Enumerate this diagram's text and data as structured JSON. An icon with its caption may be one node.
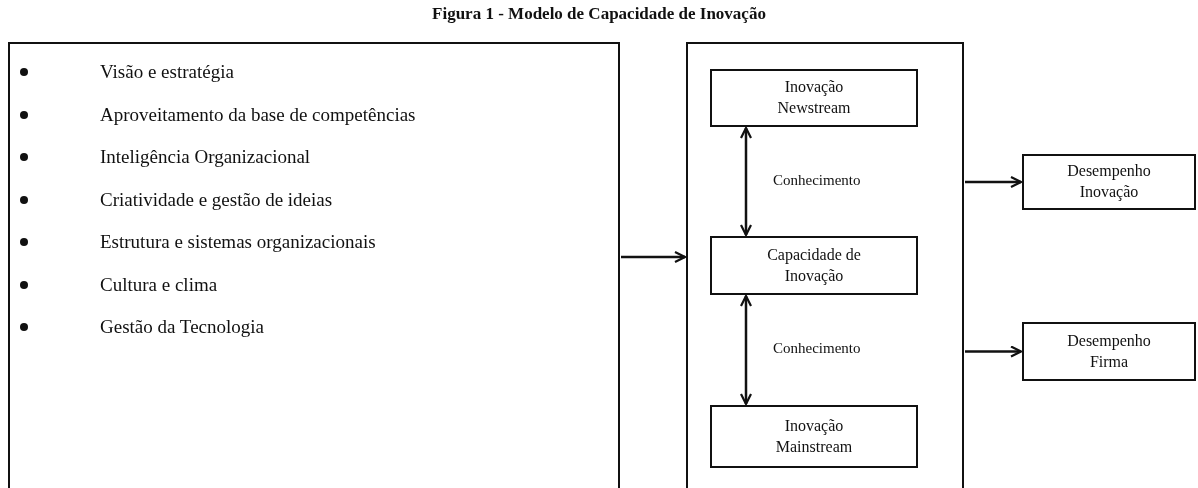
{
  "diagram": {
    "title": "Figura 1 - Modelo de Capacidade de Inovação",
    "nodes": [
      {
        "text": [
          "Visão e estratégia",
          "Aproveitamento da base de competências",
          "Inteligência Organizacional",
          "Criatividade e gestão de ideias",
          "Estrutura e sistemas organizacionais",
          "Cultura e clima",
          "Gestão da Tecnologia"
        ]
      },
      {
        "text": [],
        "shape": "box"
      },
      {
        "text": [
          "Inovação Newstream"
        ],
        "in": 1
      },
      {
        "text": [
          "Capacidade de Inovação"
        ],
        "in": 1
      },
      {
        "text": [
          "Inovação Mainstream"
        ],
        "in": 1
      },
      {
        "text": [
          "Desempenho Inovação"
        ]
      },
      {
        "text": [
          "Desempenho Firma"
        ]
      }
    ],
    "edges": [
      {
        "from": 0,
        "to": 1,
        "arrow": "to"
      },
      {
        "from": 2,
        "to": 3,
        "arrow": "both",
        "label": "Conhecimento"
      },
      {
        "from": 3,
        "to": 4,
        "arrow": "both",
        "label": "Conhecimento"
      },
      {
        "from": 1,
        "to": 5,
        "arrow": "to"
      },
      {
        "from": 1,
        "to": 6,
        "arrow": "to"
      }
    ]
  }
}
